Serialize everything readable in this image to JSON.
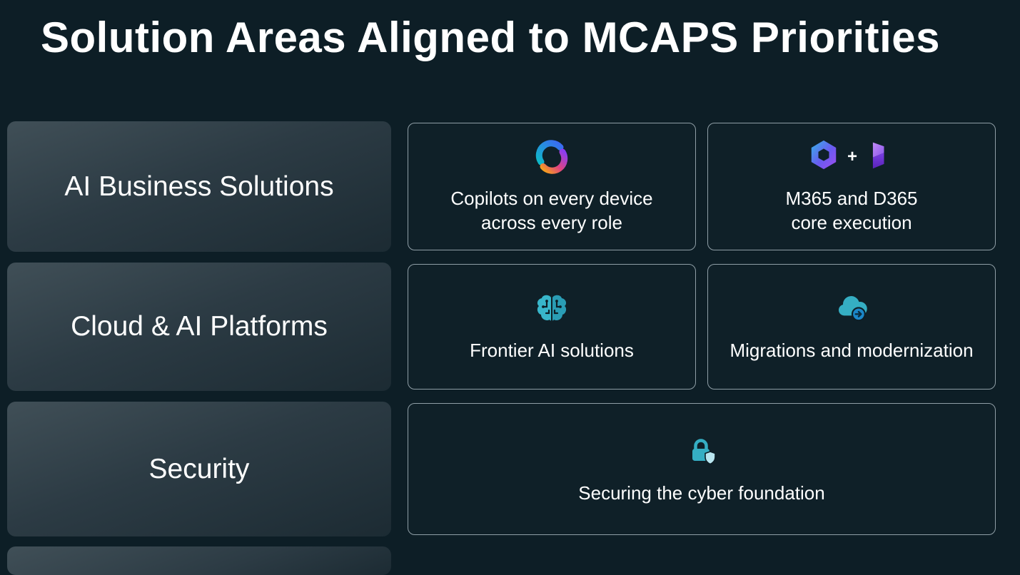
{
  "title": "Solution Areas Aligned to MCAPS Priorities",
  "colors": {
    "background": "#0d1e26",
    "panel_gradient_start": "#404f57",
    "panel_gradient_end": "#1c2b33",
    "card_border": "#8f9ea6",
    "text": "#ffffff",
    "accent_teal": "#35aec3"
  },
  "rows": [
    {
      "area": "AI Business Solutions",
      "cards": [
        {
          "icon": "copilot-icon",
          "lines": [
            "Copilots on every device",
            "across every role"
          ]
        },
        {
          "icon": "m365-and-d365-icons",
          "separator": "+",
          "lines": [
            "M365 and D365",
            "core execution"
          ]
        }
      ]
    },
    {
      "area": "Cloud & AI Platforms",
      "cards": [
        {
          "icon": "ai-brain-icon",
          "lines": [
            "Frontier AI solutions"
          ]
        },
        {
          "icon": "cloud-migration-icon",
          "lines": [
            "Migrations and modernization"
          ]
        }
      ]
    },
    {
      "area": "Security",
      "cards": [
        {
          "icon": "security-lock-shield-icon",
          "lines": [
            "Securing the cyber foundation"
          ]
        }
      ]
    }
  ]
}
